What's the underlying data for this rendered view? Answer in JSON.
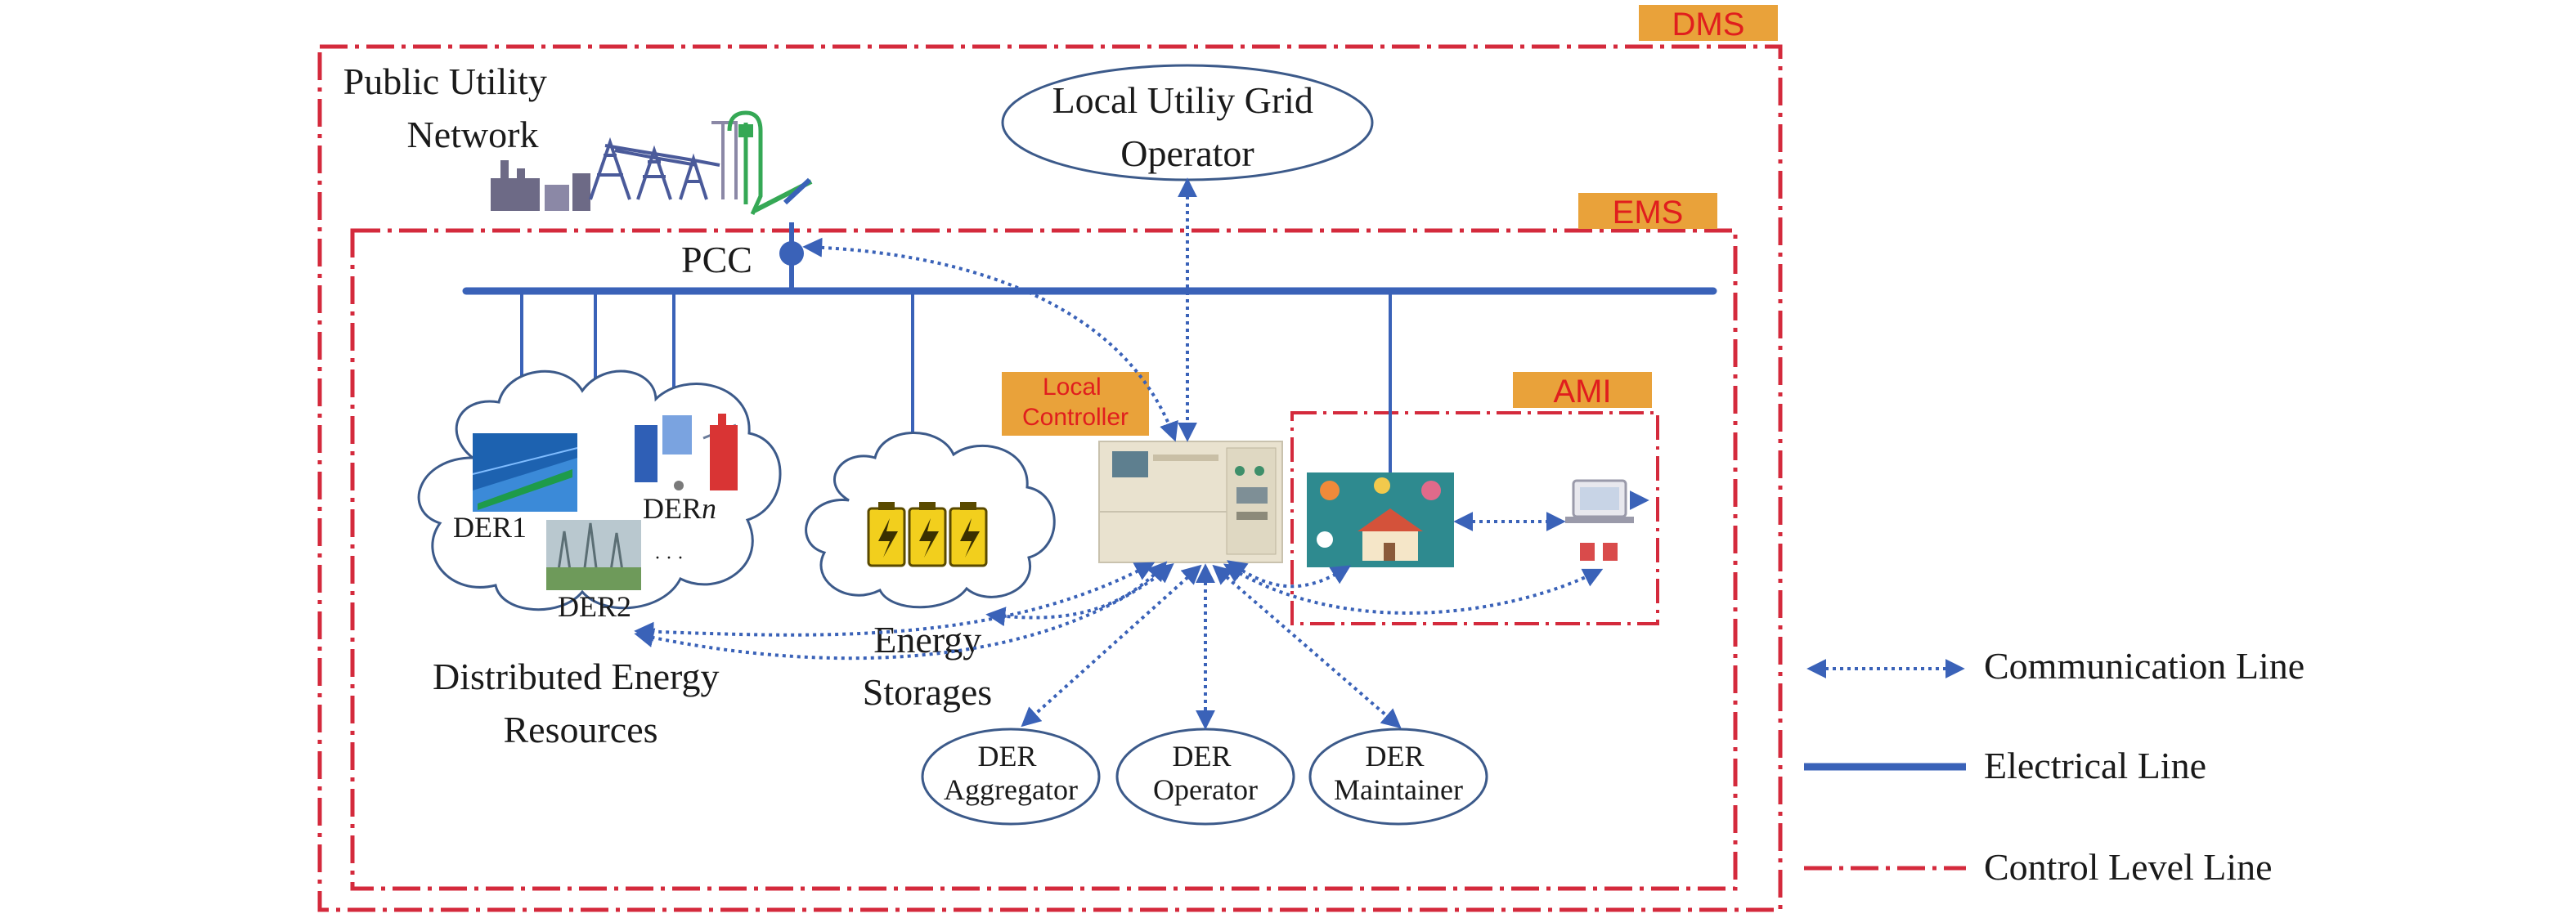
{
  "colors": {
    "control_line": "#d42a3c",
    "electrical_line": "#3a62b8",
    "communication_line": "#3a62b8",
    "tag_fill": "#e9a23a",
    "tag_text": "#e01e1e"
  },
  "levels": {
    "dms": "DMS",
    "ems": "EMS",
    "ami": "AMI"
  },
  "nodes": {
    "public_utility_network": [
      "Public Utility",
      "Network"
    ],
    "local_utility_grid_operator": [
      "Local Utiliy Grid",
      "Operator"
    ],
    "pcc": "PCC",
    "local_controller": [
      "Local",
      "Controller"
    ],
    "der1": "DER1",
    "der2": "DER2",
    "dern": "DER",
    "dern_suffix": "n",
    "distributed_energy_resources": [
      "Distributed Energy",
      "Resources"
    ],
    "energy_storages": [
      "Energy",
      "Storages"
    ],
    "der_aggregator": [
      "DER",
      "Aggregator"
    ],
    "der_operator": [
      "DER",
      "Operator"
    ],
    "der_maintainer": [
      "DER",
      "Maintainer"
    ]
  },
  "legend": {
    "communication": "Communication Line",
    "electrical": "Electrical Line",
    "control": "Control Level Line"
  },
  "icons": {
    "power_plant": "power-plant-icon",
    "transmission": "transmission-tower-icon",
    "solar": "solar-panel-icon",
    "wind": "wind-farm-icon",
    "fuel_cell": "fuel-cell-icon",
    "battery": "battery-icon",
    "controller": "control-panel-icon",
    "smart_home": "smart-home-icon",
    "laptop": "laptop-icon"
  }
}
